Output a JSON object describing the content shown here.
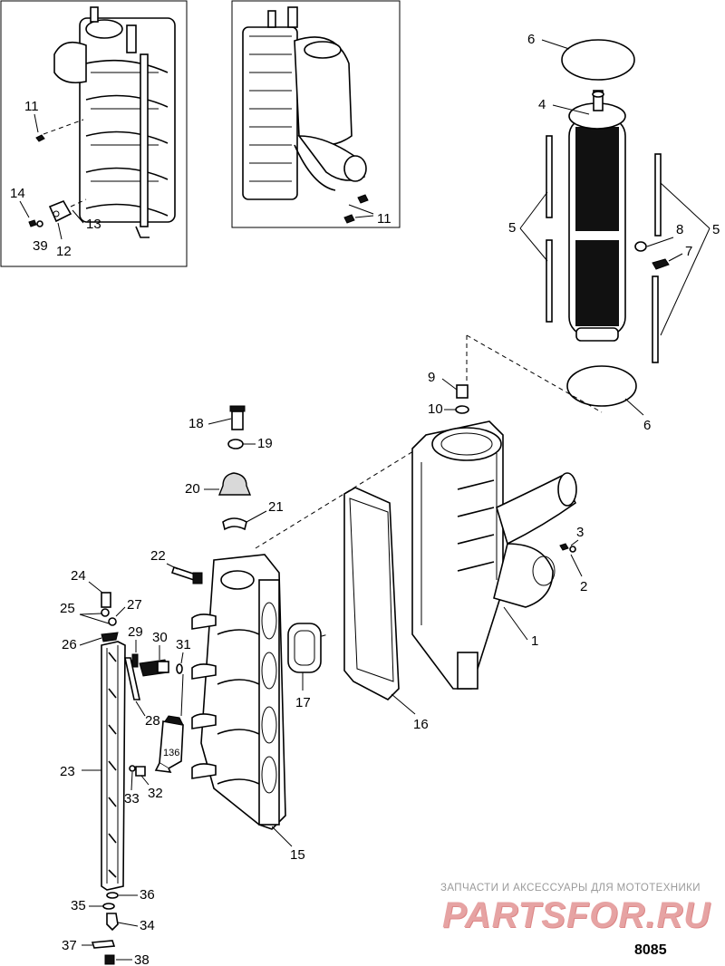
{
  "figure_number": "8085",
  "watermark": {
    "tagline": "ЗАПЧАСТИ И АКСЕССУАРЫ ДЛЯ МОТОТЕХНИКИ",
    "logo": "PARTSFOR.RU"
  },
  "callouts": {
    "c1": "1",
    "c2": "2",
    "c3": "3",
    "c4": "4",
    "c5a": "5",
    "c5b": "5",
    "c6a": "6",
    "c6b": "6",
    "c7": "7",
    "c8": "8",
    "c9": "9",
    "c10": "10",
    "c11a": "11",
    "c11b": "11",
    "c12": "12",
    "c13": "13",
    "c14": "14",
    "c15": "15",
    "c16": "16",
    "c17": "17",
    "c18": "18",
    "c19": "19",
    "c20": "20",
    "c21": "21",
    "c22": "22",
    "c23": "23",
    "c24": "24",
    "c25": "25",
    "c26": "26",
    "c27": "27",
    "c28": "28",
    "c29": "29",
    "c30": "30",
    "c31": "31",
    "c32": "32",
    "c33": "33",
    "c34": "34",
    "c35": "35",
    "c36": "36",
    "c37": "37",
    "c38": "38",
    "c39": "39",
    "tube_label": "136"
  }
}
